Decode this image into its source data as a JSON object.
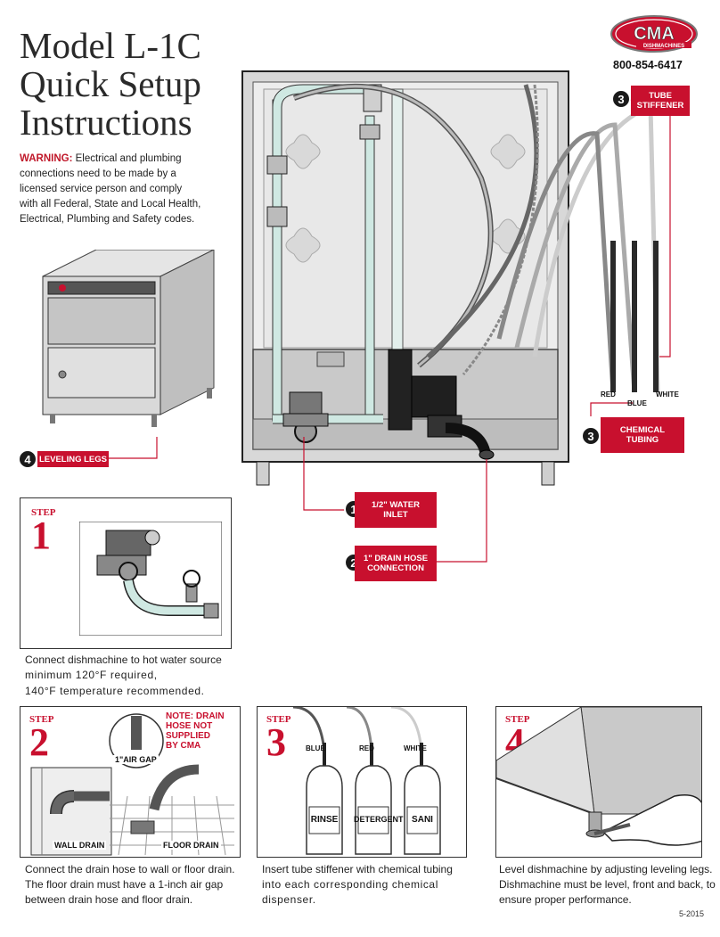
{
  "title": {
    "line1": "Model L-1C",
    "line2": "Quick Setup",
    "line3": "Instructions"
  },
  "warning": {
    "label": "WARNING:",
    "text": " Electrical and plumbing connections need to be made by a licensed service person and comply with all Federal, State and Local Health, Electrical, Plumbing and Safety codes."
  },
  "brand": {
    "logo_text": "CMA",
    "logo_sub": "DISHMACHINES",
    "phone": "800-854-6417"
  },
  "callouts": {
    "tube_stiffener": {
      "num": "3",
      "label_1": "TUBE",
      "label_2": "STIFFENER"
    },
    "chemical_tubing": {
      "num": "3",
      "label_1": "CHEMICAL",
      "label_2": "TUBING"
    },
    "leveling_legs": {
      "num": "4",
      "label": "LEVELING LEGS"
    },
    "water_inlet": {
      "num": "1",
      "label_1": "1/2\" WATER",
      "label_2": "INLET"
    },
    "drain_hose": {
      "num": "2",
      "label_1": "1\" DRAIN HOSE",
      "label_2": "CONNECTION"
    },
    "tube_colors": {
      "red": "RED",
      "blue": "BLUE",
      "white": "WHITE"
    }
  },
  "steps": [
    {
      "word": "STEP",
      "num": "1",
      "caption_1": "Connect dishmachine to hot water source",
      "caption_2": "minimum 120°F required,",
      "caption_3": "140°F temperature recommended."
    },
    {
      "word": "STEP",
      "num": "2",
      "note_1": "NOTE: DRAIN",
      "note_2": "HOSE NOT",
      "note_3": "SUPPLIED",
      "note_4": "BY CMA",
      "air_gap": "1\"AIR GAP",
      "wall_drain": "WALL DRAIN",
      "floor_drain": "FLOOR DRAIN",
      "caption_1": "Connect the drain hose to wall or floor drain.",
      "caption_2": "The floor drain must have a 1-inch air gap",
      "caption_3": "between drain hose and floor drain."
    },
    {
      "word": "STEP",
      "num": "3",
      "blue": "BLUE",
      "red": "RED",
      "white": "WHITE",
      "rinse": "RINSE",
      "detergent": "DETERGENT",
      "sani": "SANI",
      "caption_1": "Insert tube stiffener with chemical tubing",
      "caption_2": "into each corresponding chemical",
      "caption_3": "dispenser."
    },
    {
      "word": "STEP",
      "num": "4",
      "caption_1": "Level dishmachine by adjusting leveling legs.",
      "caption_2": "Dishmachine must be level, front and back, to",
      "caption_3": "ensure proper performance."
    }
  ],
  "footer": {
    "date": "5-2015"
  },
  "colors": {
    "brand_red": "#c8102e",
    "dark": "#1a1a1a",
    "water": "#cfe8e2"
  }
}
